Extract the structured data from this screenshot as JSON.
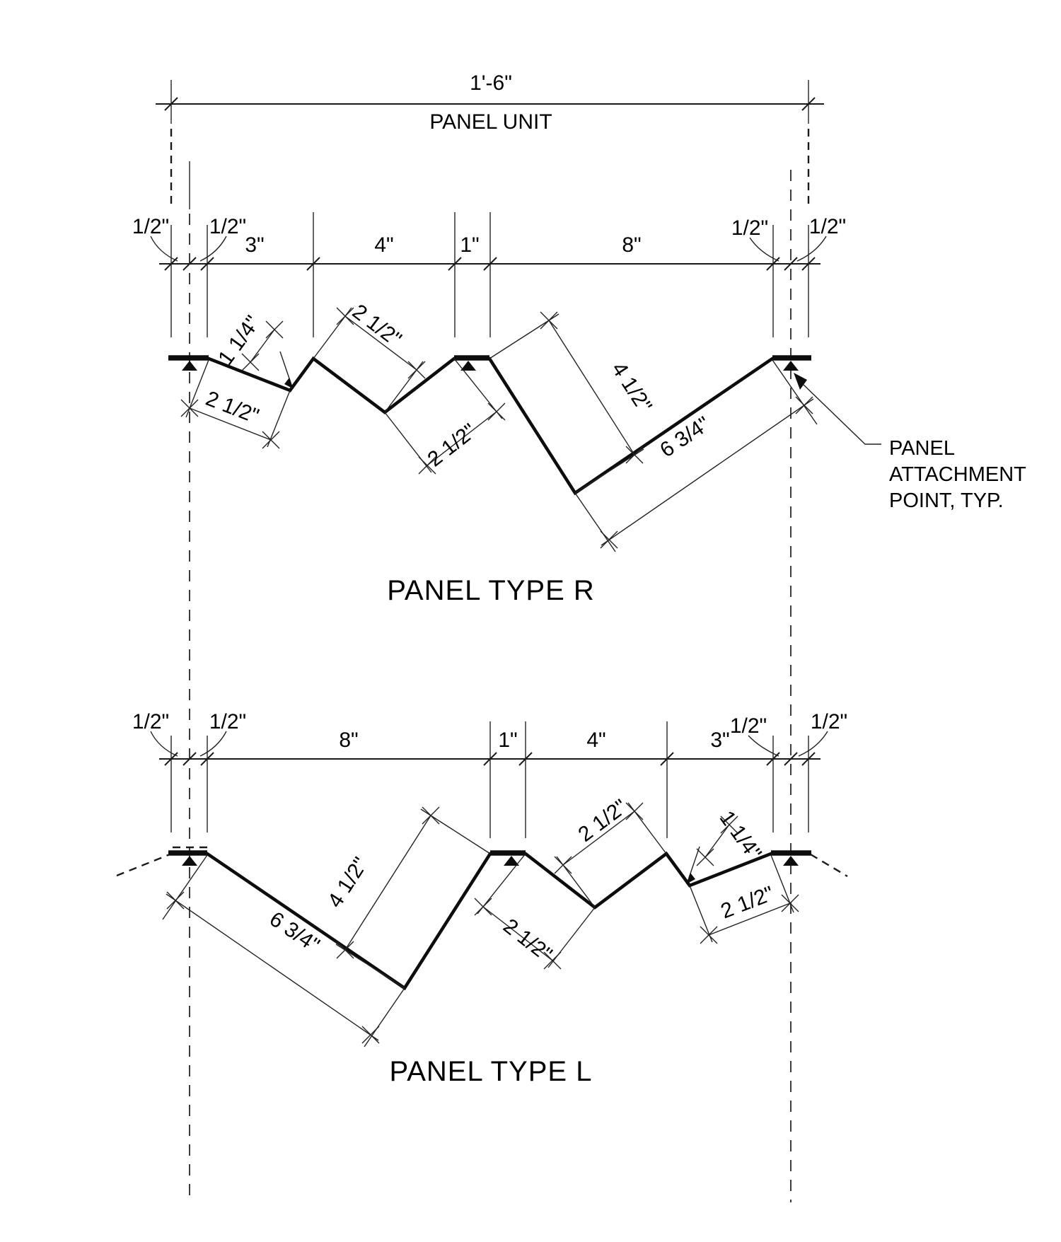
{
  "top_dimension": {
    "value": "1'-6\"",
    "label": "PANEL UNIT"
  },
  "panel_r": {
    "title": "PANEL TYPE R",
    "chain": [
      "1/2\"",
      "1/2\"",
      "3\"",
      "4\"",
      "1\"",
      "8\"",
      "1/2\"",
      "1/2\""
    ],
    "profile_dims": {
      "lap_slope": "2 1/2\"",
      "rib_rise": "1 1/4\"",
      "rib_down": "2 1/2\"",
      "rib_up": "2 1/2\"",
      "valley_down": "4 1/2\"",
      "valley_up": "6 3/4\""
    }
  },
  "panel_l": {
    "title": "PANEL TYPE L",
    "chain": [
      "1/2\"",
      "1/2\"",
      "8\"",
      "1\"",
      "4\"",
      "3\"",
      "1/2\"",
      "1/2\""
    ],
    "profile_dims": {
      "valley_down": "6 3/4\"",
      "valley_up": "4 1/2\"",
      "rib_down": "2 1/2\"",
      "rib_up": "2 1/2\"",
      "rib_rise": "1 1/4\"",
      "lap_slope": "2 1/2\""
    }
  },
  "attachment_note": {
    "line1": "PANEL",
    "line2": "ATTACHMENT",
    "line3": "POINT, TYP."
  }
}
